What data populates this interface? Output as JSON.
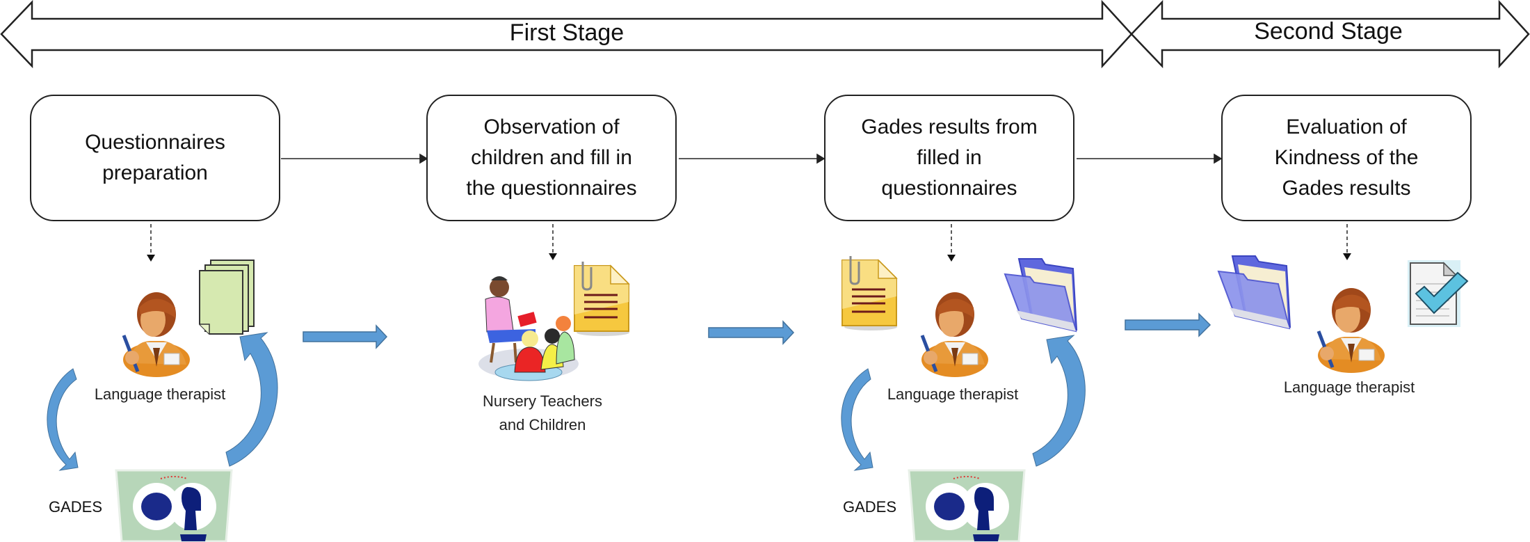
{
  "stages": [
    {
      "label": "First Stage"
    },
    {
      "label": "Second Stage"
    }
  ],
  "steps": [
    {
      "label": "Questionnaires\npreparation"
    },
    {
      "label": "Observation of\nchildren and fill in\nthe questionnaires"
    },
    {
      "label": "Gades results from\nfilled in\nquestionnaires"
    },
    {
      "label": "Evaluation of\nKindness of the\nGades results"
    }
  ],
  "actors": [
    {
      "caption": "Language therapist",
      "icon": "language-therapist-icon"
    },
    {
      "caption": "Nursery Teachers\nand Children",
      "icon": "teacher-children-icon"
    },
    {
      "caption": "Language therapist",
      "icon": "language-therapist-icon"
    },
    {
      "caption": "Language therapist",
      "icon": "language-therapist-icon"
    }
  ],
  "gades": [
    {
      "label": "GADES",
      "icon": "gades-logo-icon"
    },
    {
      "label": "GADES",
      "icon": "gades-logo-icon"
    }
  ],
  "artifacts": [
    {
      "icon": "stacked-pages-icon"
    },
    {
      "icon": "clipped-document-icon"
    },
    {
      "icon": "clipped-document-icon"
    },
    {
      "icon": "open-folder-icon"
    },
    {
      "icon": "open-folder-icon"
    },
    {
      "icon": "checked-document-icon"
    }
  ],
  "colors": {
    "flow_arrow": "#5b9bd5",
    "flow_arrow_dark": "#41719c",
    "box_border": "#222222",
    "doc_green": "#d6e9b0",
    "doc_yellow": "#f6c83f",
    "folder_blue": "#7b83e8",
    "check_blue": "#5cc2e0",
    "gades_green": "#b7d6b9",
    "gades_navy": "#0d1f7a",
    "skin": "#e8a86a",
    "hair": "#a0481a",
    "shirt": "#e48c23"
  }
}
